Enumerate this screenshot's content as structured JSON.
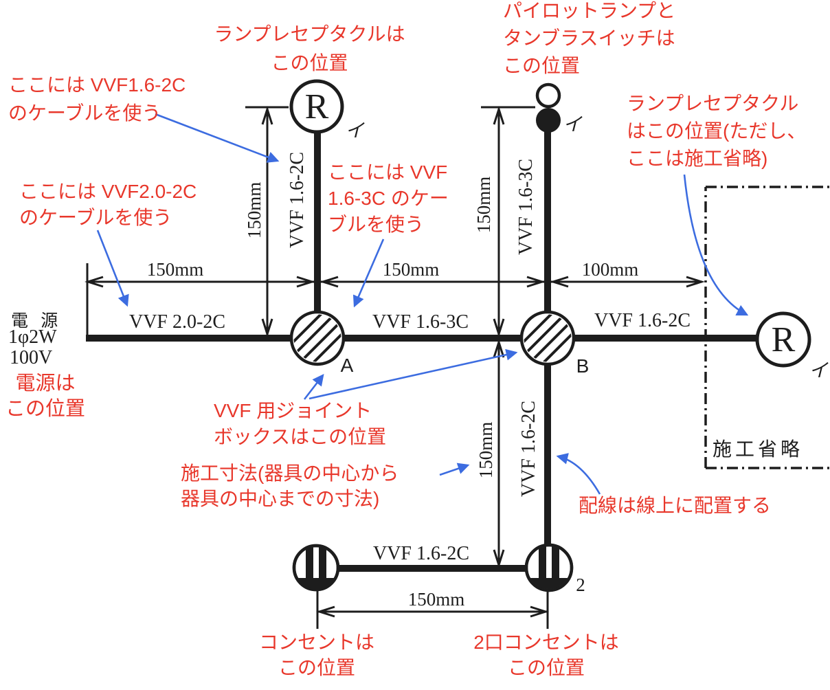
{
  "colors": {
    "annotation_red": "#e8372b",
    "arrow_blue": "#3c6ce0",
    "line_black": "#1d1d1d"
  },
  "source": {
    "title": "電 源",
    "phase": "1φ2W",
    "voltage": "100V"
  },
  "symbols": {
    "lamp_top_letter": "R",
    "lamp_top_tag": "イ",
    "pilot_switch_tag": "イ",
    "joint_a_label": "A",
    "joint_b_label": "B",
    "lamp_right_letter": "R",
    "lamp_right_tag": "イ",
    "outlet_double_tag": "2"
  },
  "cables": {
    "vvf20_2c": "VVF 2.0-2C",
    "vvf16_3c_h": "VVF 1.6-3C",
    "vvf16_2c_right": "VVF 1.6-2C",
    "vvf16_2c_top_v": "VVF 1.6-2C",
    "vvf16_3c_v": "VVF 1.6-3C",
    "vvf16_2c_mid_v": "VVF 1.6-2C",
    "vvf16_2c_bottom_h": "VVF 1.6-2C"
  },
  "dimensions": {
    "h1": "150mm",
    "h2": "150mm",
    "h3": "100mm",
    "v_left": "150mm",
    "v_right": "150mm",
    "v_lower": "150mm",
    "bottom": "150mm"
  },
  "omitted_label": "施工省略",
  "annotations": {
    "lamp_top_note": {
      "lines": [
        "ランプレセプタクルは",
        "この位置"
      ]
    },
    "cable162_note": {
      "lines": [
        "ここには VVF1.6-2C",
        "のケーブルを使う"
      ]
    },
    "cable202_note": {
      "lines": [
        "ここには VVF2.0-2C",
        "のケーブルを使う"
      ]
    },
    "cable163_note": {
      "lines": [
        "ここには VVF",
        "1.6-3C のケー",
        "ブルを使う"
      ]
    },
    "pilot_note": {
      "lines": [
        "パイロットランプと",
        "タンブラスイッチは",
        "この位置"
      ]
    },
    "lamp_right_note": {
      "lines": [
        "ランプレセプタクル",
        "はこの位置(ただし、",
        "ここは施工省略)"
      ]
    },
    "source_note": {
      "lines": [
        "電源は",
        "この位置"
      ]
    },
    "joint_note": {
      "lines": [
        "VVF 用ジョイント",
        "ボックスはこの位置"
      ]
    },
    "dim_note": {
      "lines": [
        "施工寸法(器具の中心から",
        "器具の中心までの寸法)"
      ]
    },
    "wiring_note": {
      "lines": [
        "配線は線上に配置する"
      ]
    },
    "outlet_note": {
      "lines": [
        "コンセントは",
        "この位置"
      ]
    },
    "outlet2_note": {
      "lines": [
        "2口コンセントは",
        "この位置"
      ]
    }
  }
}
